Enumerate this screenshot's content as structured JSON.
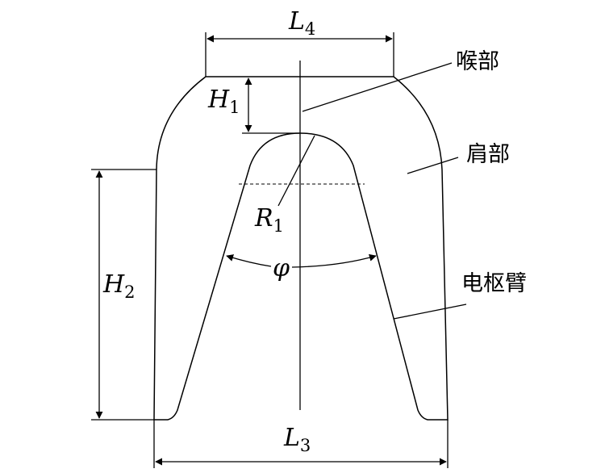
{
  "dimensions": {
    "L4": {
      "symbol": "L",
      "sub": "4"
    },
    "H1": {
      "symbol": "H",
      "sub": "1"
    },
    "H2": {
      "symbol": "H",
      "sub": "2"
    },
    "R1": {
      "symbol": "R",
      "sub": "1"
    },
    "L3": {
      "symbol": "L",
      "sub": "3"
    },
    "phi": {
      "symbol": "φ"
    }
  },
  "callouts": {
    "throat": "喉部",
    "shoulder": "肩部",
    "arm": "电枢臂"
  }
}
